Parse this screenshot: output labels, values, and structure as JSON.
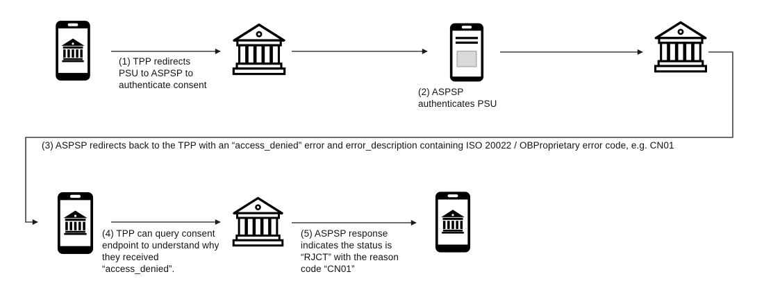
{
  "diagram": {
    "background_color": "#ffffff",
    "colors": {
      "icon": "#000000",
      "line": "#404040",
      "arrowhead": "#1a1a1a",
      "text": "#111111",
      "login_box_fill": "#d9d9d9",
      "login_box_border": "#a6a6a6"
    },
    "nodes": [
      {
        "icon": "smartphone-bank-icon"
      },
      {
        "icon": "bank-building-icon"
      },
      {
        "icon": "smartphone-login-icon"
      },
      {
        "icon": "bank-building-icon"
      },
      {
        "icon": "smartphone-bank-icon"
      },
      {
        "icon": "bank-building-icon"
      },
      {
        "icon": "smartphone-bank-icon"
      }
    ],
    "steps": [
      {
        "lines": [
          "(1) TPP redirects",
          "PSU to ASPSP to",
          "authenticate consent"
        ]
      },
      {
        "lines": [
          "(2) ASPSP",
          "authenticates PSU"
        ]
      },
      {
        "lines": [
          "(3) ASPSP redirects back to the TPP with an “access_denied” error and error_description containing ISO 20022 / OBProprietary error code, e.g. CN01"
        ]
      },
      {
        "lines": [
          "(4) TPP can query consent",
          "endpoint to understand why",
          "they received",
          "“access_denied”."
        ]
      },
      {
        "lines": [
          "(5) ASPSP response",
          "indicates the status is",
          "“RJCT” with the reason",
          "code “CN01”"
        ]
      }
    ]
  }
}
